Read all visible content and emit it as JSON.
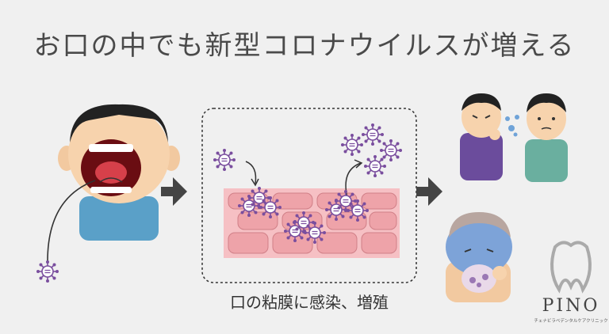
{
  "title": "お口の中でも新型コロナウイルスが増える",
  "caption": "口の粘膜に感染、増殖",
  "logo": {
    "name": "PINO",
    "subtitle": "チェナビラベデンタルケアクリニック"
  },
  "colors": {
    "background": "#f0f0f0",
    "virus": "#7a4e9e",
    "tissue": "#f0a7ad",
    "arrow": "#444444"
  }
}
